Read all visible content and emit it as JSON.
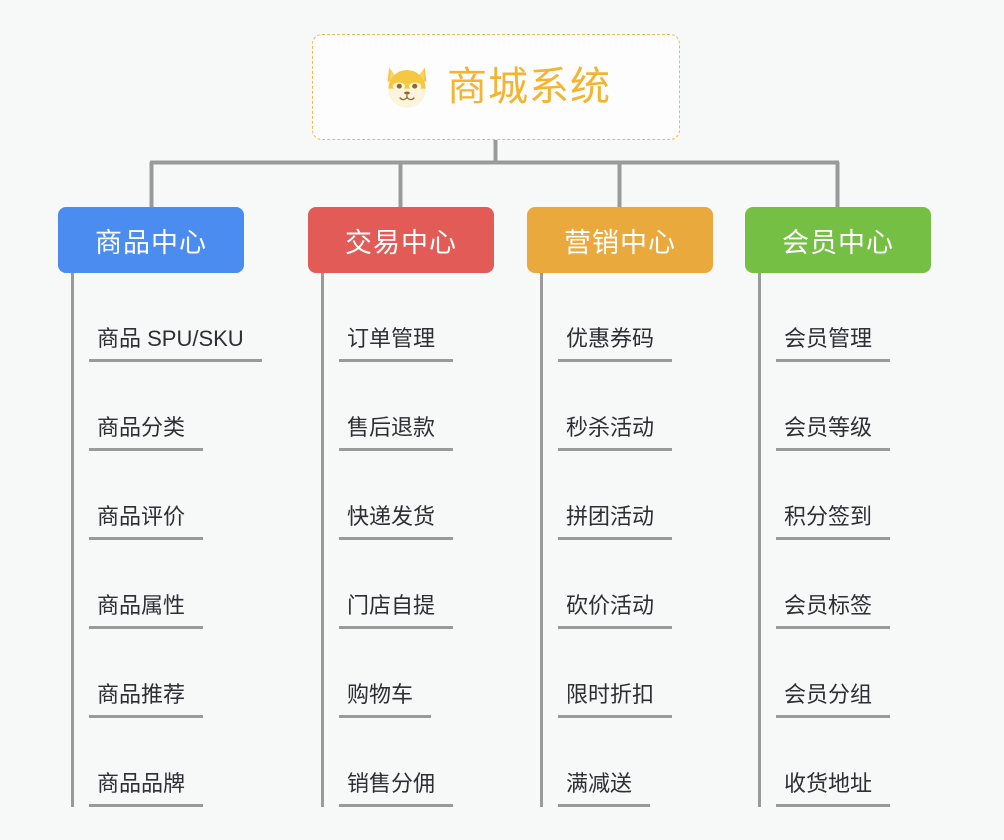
{
  "diagram": {
    "type": "mindmap",
    "background_color": "#f7f8f8",
    "root": {
      "title": "商城系统",
      "icon": "shiba-dog-emoji",
      "border_color": "#f0b94a",
      "text_color": "#f2b431"
    },
    "connector_color": "#9a9a9a",
    "branches": [
      {
        "label": "商品中心",
        "color": "#4a8cf0",
        "items": [
          "商品 SPU/SKU",
          "商品分类",
          "商品评价",
          "商品属性",
          "商品推荐",
          "商品品牌"
        ]
      },
      {
        "label": "交易中心",
        "color": "#e25b56",
        "items": [
          "订单管理",
          "售后退款",
          "快递发货",
          "门店自提",
          "购物车",
          "销售分佣"
        ]
      },
      {
        "label": "营销中心",
        "color": "#eaa93c",
        "items": [
          "优惠券码",
          "秒杀活动",
          "拼团活动",
          "砍价活动",
          "限时折扣",
          "满减送"
        ]
      },
      {
        "label": "会员中心",
        "color": "#76bf45",
        "items": [
          "会员管理",
          "会员等级",
          "积分签到",
          "会员标签",
          "会员分组",
          "收货地址"
        ]
      }
    ]
  }
}
